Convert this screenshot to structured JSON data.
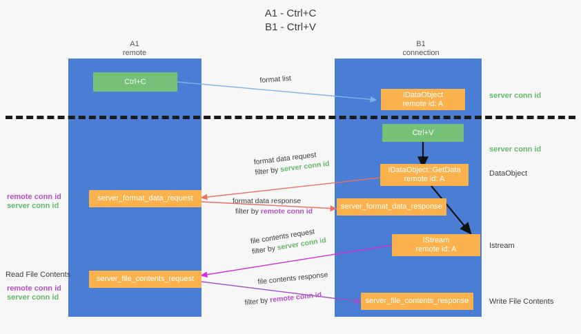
{
  "title": {
    "line1": "A1 - Ctrl+C",
    "line2": "B1 - Ctrl+V"
  },
  "lanes": [
    {
      "id": "a1",
      "name": "A1",
      "sub": "remote",
      "color": "#4a7ed4"
    },
    {
      "id": "b1",
      "name": "B1",
      "sub": "connection",
      "color": "#4a7ed4"
    }
  ],
  "boxes": {
    "ctrl_c": {
      "line1": "Ctrl+C",
      "color": "#77c078"
    },
    "idataobject": {
      "line1": "IDataObject",
      "line2": "remote id: A",
      "color": "#fcb24c"
    },
    "ctrl_v": {
      "line1": "Ctrl+V",
      "color": "#77c078"
    },
    "getdata": {
      "line1": "IDataObject::GetData",
      "line2": "remote id: A",
      "color": "#fcb24c"
    },
    "server_format_data_request": {
      "line1": "server_format_data_request",
      "color": "#fcb24c"
    },
    "server_format_data_response": {
      "line1": "server_format_data_response",
      "color": "#fcb24c"
    },
    "istream": {
      "line1": "IStream",
      "line2": "remote id: A",
      "color": "#fcb24c"
    },
    "server_file_contents_request": {
      "line1": "server_file_contents_request",
      "color": "#fcb24c"
    },
    "server_file_contents_response": {
      "line1": "server_file_contents_response",
      "color": "#fcb24c"
    }
  },
  "right_labels": {
    "server_conn_id_top": "server conn id",
    "server_conn_id_second": "server conn id",
    "dataobject": "DataObject",
    "istream": "Istream",
    "write_file_contents": "Write File Contents"
  },
  "left_labels": {
    "remote_conn_id_1": "remote conn id",
    "server_conn_id_1": "server conn id",
    "read_file_contents": "Read File Contents",
    "remote_conn_id_2": "remote conn id",
    "server_conn_id_2": "server conn id"
  },
  "edges": {
    "format_list": "format list",
    "format_data_request": "format data request",
    "format_data_request_filter_prefix": "filter by ",
    "format_data_request_filter_value": "server conn id",
    "format_data_response": "format data response",
    "format_data_response_filter_prefix": "filter by ",
    "format_data_response_filter_value": "remote conn id",
    "file_contents_request": "file contents request",
    "file_contents_request_filter_prefix": "filter by ",
    "file_contents_request_filter_value": "server conn id",
    "file_contents_response": "file contents response",
    "file_contents_response_filter_prefix": "filter by ",
    "file_contents_response_filter_value": "remote conn id"
  },
  "colors": {
    "lane": "#4a7ed4",
    "green_box": "#77c078",
    "orange_box": "#fcb24c",
    "conn_green": "#63b967",
    "conn_purple": "#b44fc4",
    "arrow_blue": "#7fb3e8",
    "arrow_red": "#ef6f61",
    "arrow_magenta": "#d62bd6",
    "arrow_purple": "#a24fc4",
    "arrow_black": "#111111",
    "background": "#f7f7f7"
  }
}
